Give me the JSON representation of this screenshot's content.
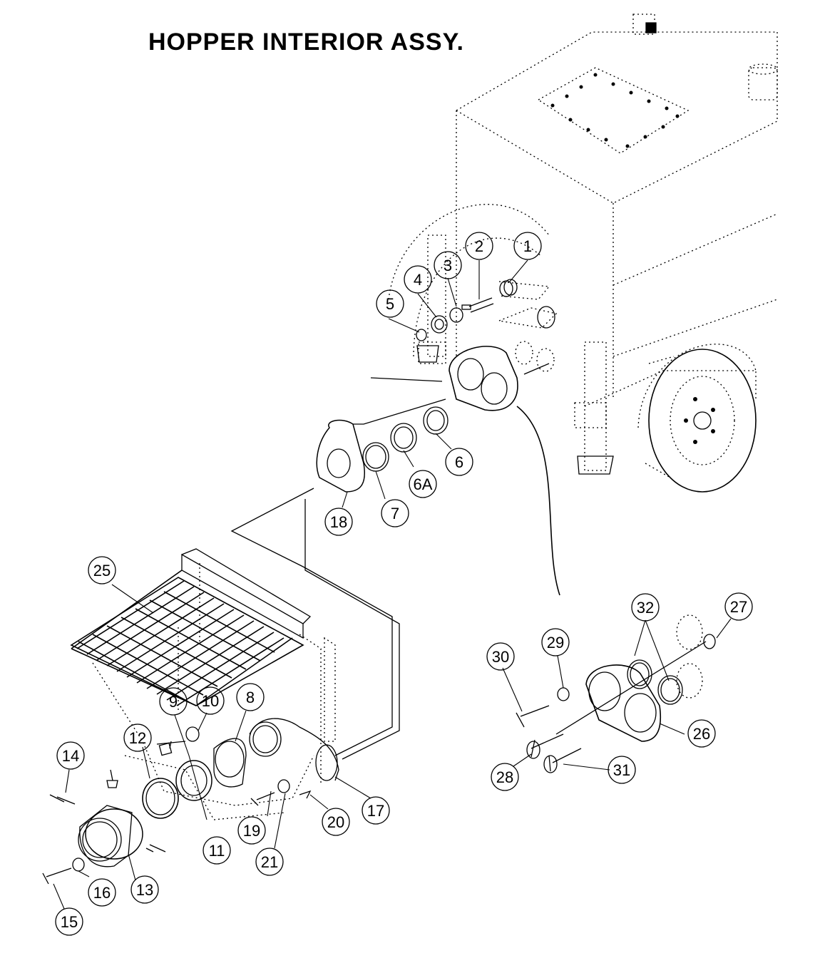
{
  "title": "HOPPER INTERIOR ASSY.",
  "callouts": [
    {
      "id": "c1",
      "label": "1"
    },
    {
      "id": "c2",
      "label": "2"
    },
    {
      "id": "c3",
      "label": "3"
    },
    {
      "id": "c4",
      "label": "4"
    },
    {
      "id": "c5",
      "label": "5"
    },
    {
      "id": "c6",
      "label": "6"
    },
    {
      "id": "c6a",
      "label": "6A"
    },
    {
      "id": "c7",
      "label": "7"
    },
    {
      "id": "c18",
      "label": "18"
    },
    {
      "id": "c25",
      "label": "25"
    },
    {
      "id": "c9",
      "label": "9"
    },
    {
      "id": "c10",
      "label": "10"
    },
    {
      "id": "c8",
      "label": "8"
    },
    {
      "id": "c12",
      "label": "12"
    },
    {
      "id": "c14",
      "label": "14"
    },
    {
      "id": "c11",
      "label": "11"
    },
    {
      "id": "c13",
      "label": "13"
    },
    {
      "id": "c16",
      "label": "16"
    },
    {
      "id": "c15",
      "label": "15"
    },
    {
      "id": "c17",
      "label": "17"
    },
    {
      "id": "c19",
      "label": "19"
    },
    {
      "id": "c20",
      "label": "20"
    },
    {
      "id": "c21",
      "label": "21"
    },
    {
      "id": "c32",
      "label": "32"
    },
    {
      "id": "c27",
      "label": "27"
    },
    {
      "id": "c30",
      "label": "30"
    },
    {
      "id": "c29",
      "label": "29"
    },
    {
      "id": "c26",
      "label": "26"
    },
    {
      "id": "c28",
      "label": "28"
    },
    {
      "id": "c31",
      "label": "31"
    }
  ]
}
